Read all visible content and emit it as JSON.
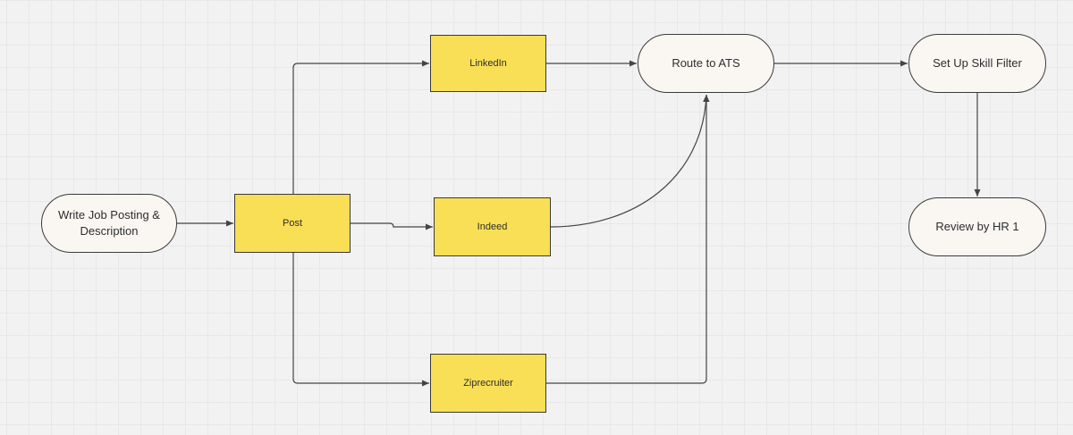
{
  "diagram": {
    "type": "flowchart",
    "colors": {
      "process_fill": "#f9df56",
      "terminal_fill": "#faf7f3",
      "stroke": "#3a3a3a",
      "connector": "#444444",
      "background": "#f2f2f2"
    },
    "nodes": {
      "write_job": {
        "label": "Write Job Posting & Description",
        "shape": "terminal"
      },
      "post": {
        "label": "Post",
        "shape": "process"
      },
      "linkedin": {
        "label": "LinkedIn",
        "shape": "process"
      },
      "indeed": {
        "label": "Indeed",
        "shape": "process"
      },
      "ziprecruiter": {
        "label": "Ziprecruiter",
        "shape": "process"
      },
      "route_ats": {
        "label": "Route to ATS",
        "shape": "terminal"
      },
      "skill_filter": {
        "label": "Set Up Skill Filter",
        "shape": "terminal"
      },
      "review_hr": {
        "label": "Review by HR 1",
        "shape": "terminal"
      }
    },
    "edges": [
      {
        "from": "write_job",
        "to": "post"
      },
      {
        "from": "post",
        "to": "linkedin"
      },
      {
        "from": "post",
        "to": "indeed"
      },
      {
        "from": "post",
        "to": "ziprecruiter"
      },
      {
        "from": "linkedin",
        "to": "route_ats"
      },
      {
        "from": "indeed",
        "to": "route_ats"
      },
      {
        "from": "ziprecruiter",
        "to": "route_ats"
      },
      {
        "from": "route_ats",
        "to": "skill_filter"
      },
      {
        "from": "skill_filter",
        "to": "review_hr"
      }
    ]
  }
}
